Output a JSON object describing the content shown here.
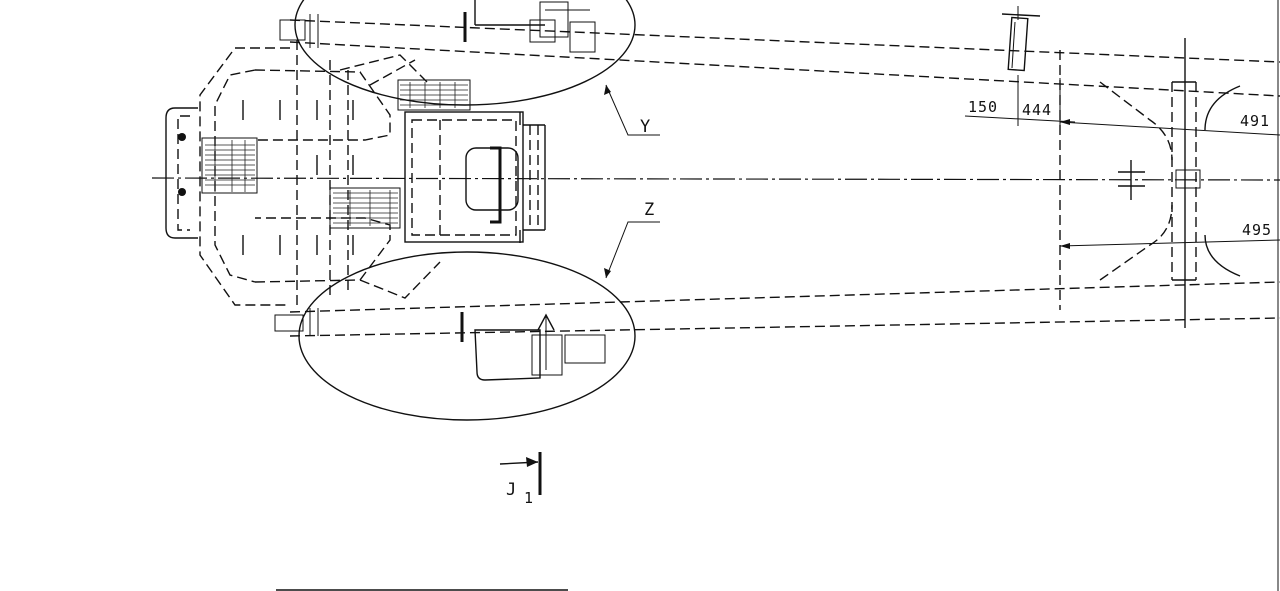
{
  "callouts": {
    "y": "Y",
    "z": "Z"
  },
  "dimensions": {
    "d150": "150",
    "d444": "444",
    "d491": "491",
    "d495": "495"
  },
  "view_marker": {
    "letter": "J",
    "subscript": "1"
  }
}
